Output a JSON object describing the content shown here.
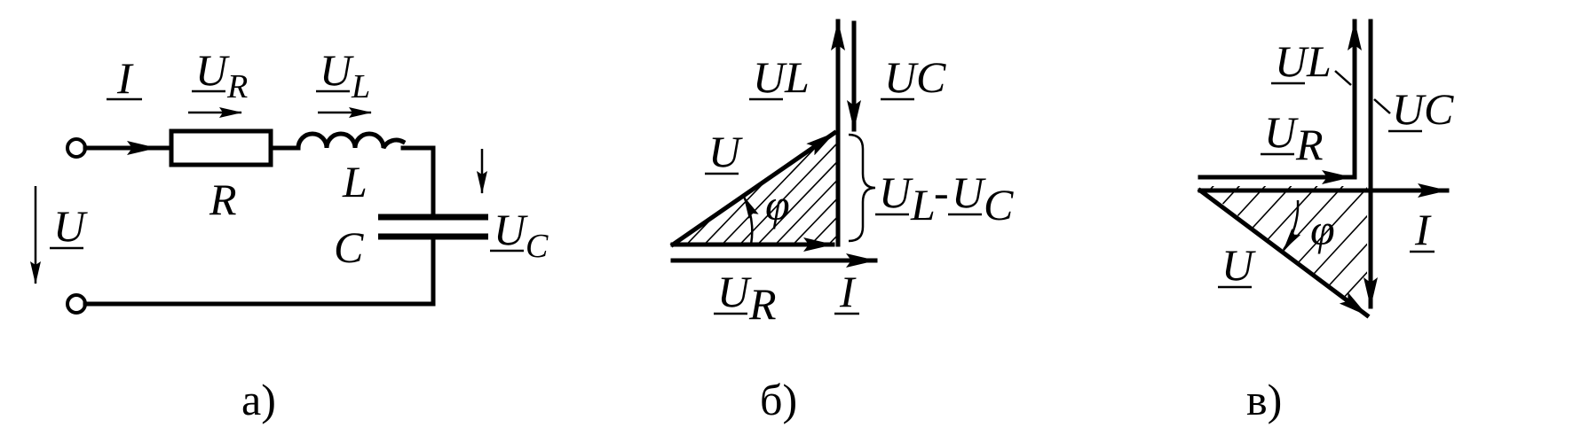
{
  "figure": {
    "panel_a": {
      "caption": "а)",
      "current": "I",
      "ur_main": "U",
      "ur_sub": "R",
      "ul_main": "U",
      "ul_sub": "L",
      "uc_main": "U",
      "uc_sub": "C",
      "voltage": "U",
      "resistor": "R",
      "inductor": "L",
      "capacitor": "C"
    },
    "panel_b": {
      "caption": "б)",
      "ul_main": "U",
      "ul_sub": "L",
      "uc_main": "U",
      "uc_sub": "C",
      "u": "U",
      "phi": "φ",
      "diff_ul_main": "U",
      "diff_ul_sub": "L",
      "diff_dash": "-",
      "diff_uc_main": "U",
      "diff_uc_sub": "C",
      "ur_main": "U",
      "ur_sub": "R",
      "current": "I"
    },
    "panel_c": {
      "caption": "в)",
      "ul_main": "U",
      "ul_sub": "L",
      "uc_main": "U",
      "uc_sub": "C",
      "ur_main": "U",
      "ur_sub": "R",
      "current": "I",
      "phi": "φ",
      "u": "U"
    }
  }
}
